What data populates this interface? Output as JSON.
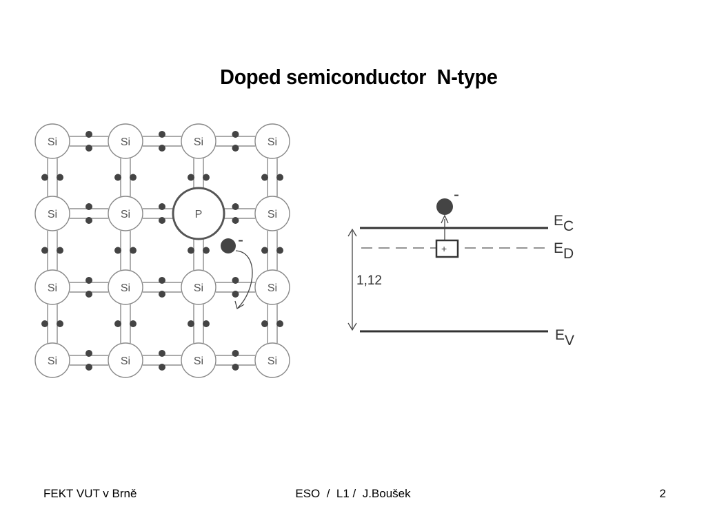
{
  "title": "Doped semiconductor  N-type",
  "lattice": {
    "host_atom_label": "Si",
    "dopant_atom_label": "P",
    "free_electron_sign": "-"
  },
  "band_diagram": {
    "conduction_label": {
      "main": "E",
      "sub": "C"
    },
    "donor_label": {
      "main": "E",
      "sub": "D"
    },
    "valence_label": {
      "main": "E",
      "sub": "V"
    },
    "gap_value": "1,12",
    "donor_charge": "+",
    "electron_sign": "-"
  },
  "footer": {
    "left": "FEKT VUT v Brně",
    "center": "ESO  /  L1 /  J.Boušek",
    "page_number": "2"
  }
}
